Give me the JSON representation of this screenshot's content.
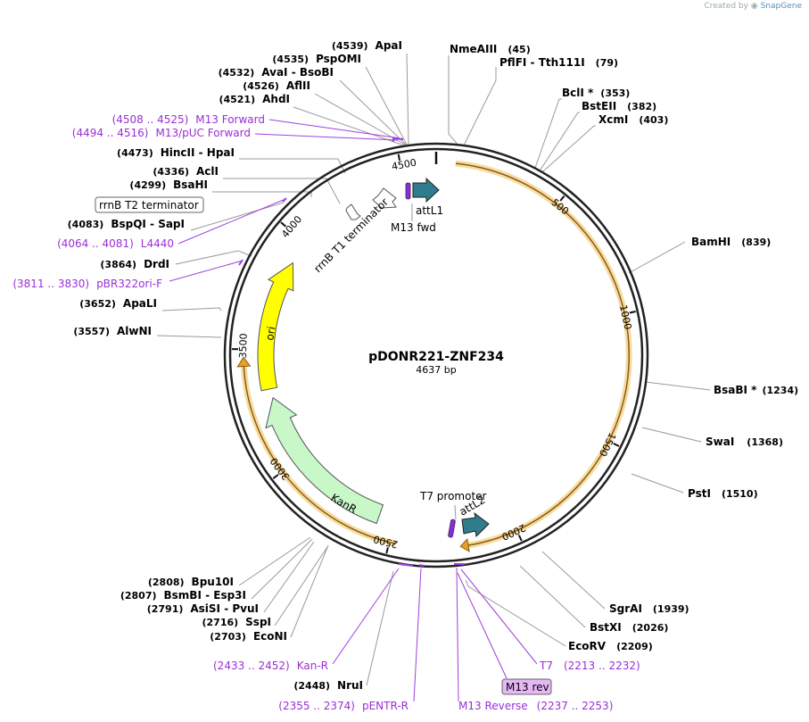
{
  "credit": {
    "prefix": "Created by",
    "brand": "SnapGene"
  },
  "title": "pDONR221-ZNF234",
  "length_label": "4637 bp",
  "total_bp": 4637,
  "ticks": [
    "500",
    "1000",
    "1500",
    "2000",
    "2500",
    "3000",
    "3500",
    "4000",
    "4500"
  ],
  "sites_right": [
    {
      "name": "NmeAIII",
      "pos": "(45)"
    },
    {
      "name": "PflFI  -  Tth111I",
      "pos": "(79)"
    },
    {
      "name": "BclI *",
      "pos": "(353)"
    },
    {
      "name": "BstEII",
      "pos": "(382)"
    },
    {
      "name": "XcmI",
      "pos": "(403)"
    },
    {
      "name": "BamHI",
      "pos": "(839)"
    },
    {
      "name": "BsaBI *",
      "pos": "(1234)"
    },
    {
      "name": "SwaI",
      "pos": "(1368)"
    },
    {
      "name": "PstI",
      "pos": "(1510)"
    },
    {
      "name": "SgrAI",
      "pos": "(1939)"
    },
    {
      "name": "BstXI",
      "pos": "(2026)"
    },
    {
      "name": "EcoRV",
      "pos": "(2209)"
    }
  ],
  "sites_left": [
    {
      "pos": "(4539)",
      "name": "ApaI"
    },
    {
      "pos": "(4535)",
      "name": "PspOMI"
    },
    {
      "pos": "(4532)",
      "name": "AvaI  -  BsoBI"
    },
    {
      "pos": "(4526)",
      "name": "AflII"
    },
    {
      "pos": "(4521)",
      "name": "AhdI"
    },
    {
      "pos": "(4473)",
      "name": "HincII  -  HpaI"
    },
    {
      "pos": "(4336)",
      "name": "AclI"
    },
    {
      "pos": "(4299)",
      "name": "BsaHI"
    },
    {
      "pos": "(4083)",
      "name": "BspQI  -  SapI"
    },
    {
      "pos": "(3864)",
      "name": "DrdI"
    },
    {
      "pos": "(3652)",
      "name": "ApaLI"
    },
    {
      "pos": "(3557)",
      "name": "AlwNI"
    },
    {
      "pos": "(2808)",
      "name": "Bpu10I"
    },
    {
      "pos": "(2807)",
      "name": "BsmBI  -  Esp3I"
    },
    {
      "pos": "(2791)",
      "name": "AsiSI  -  PvuI"
    },
    {
      "pos": "(2716)",
      "name": "SspI"
    },
    {
      "pos": "(2703)",
      "name": "EcoNI"
    },
    {
      "pos": "(2448)",
      "name": "NruI"
    }
  ],
  "primers": [
    {
      "range": "(4508 .. 4525)",
      "name": "M13 Forward"
    },
    {
      "range": "(4494 .. 4516)",
      "name": "M13/pUC Forward"
    },
    {
      "range": "(4064 .. 4081)",
      "name": "L4440"
    },
    {
      "range": "(3811 .. 3830)",
      "name": "pBR322ori-F"
    },
    {
      "range": "(2433 .. 2452)",
      "name": "Kan-R"
    },
    {
      "range": "(2355 .. 2374)",
      "name": "pENTR-R"
    },
    {
      "name": "M13 Reverse",
      "range": "(2237 .. 2253)"
    },
    {
      "name": "T7",
      "range": "(2213 .. 2232)"
    }
  ],
  "boxed_labels": {
    "rrnb_t2": "rrnB T2 terminator",
    "m13_rev": "M13 rev"
  },
  "features": {
    "attL1": "attL1",
    "m13_fwd": "M13 fwd",
    "rrnb_t1": "rrnB T1 terminator",
    "ori": "ori",
    "kanr": "KanR",
    "t7_promoter": "T7 promoter",
    "attL2": "attL2"
  },
  "colors": {
    "backbone": "#222222",
    "insert": "#d9a74a",
    "insert_glow": "#f6dca0",
    "ori": "#ffff00",
    "kanr": "#c8f7c8",
    "att": "#2e7c8c",
    "primer": "#a040e0",
    "m13_box": "#e5b8f5"
  }
}
